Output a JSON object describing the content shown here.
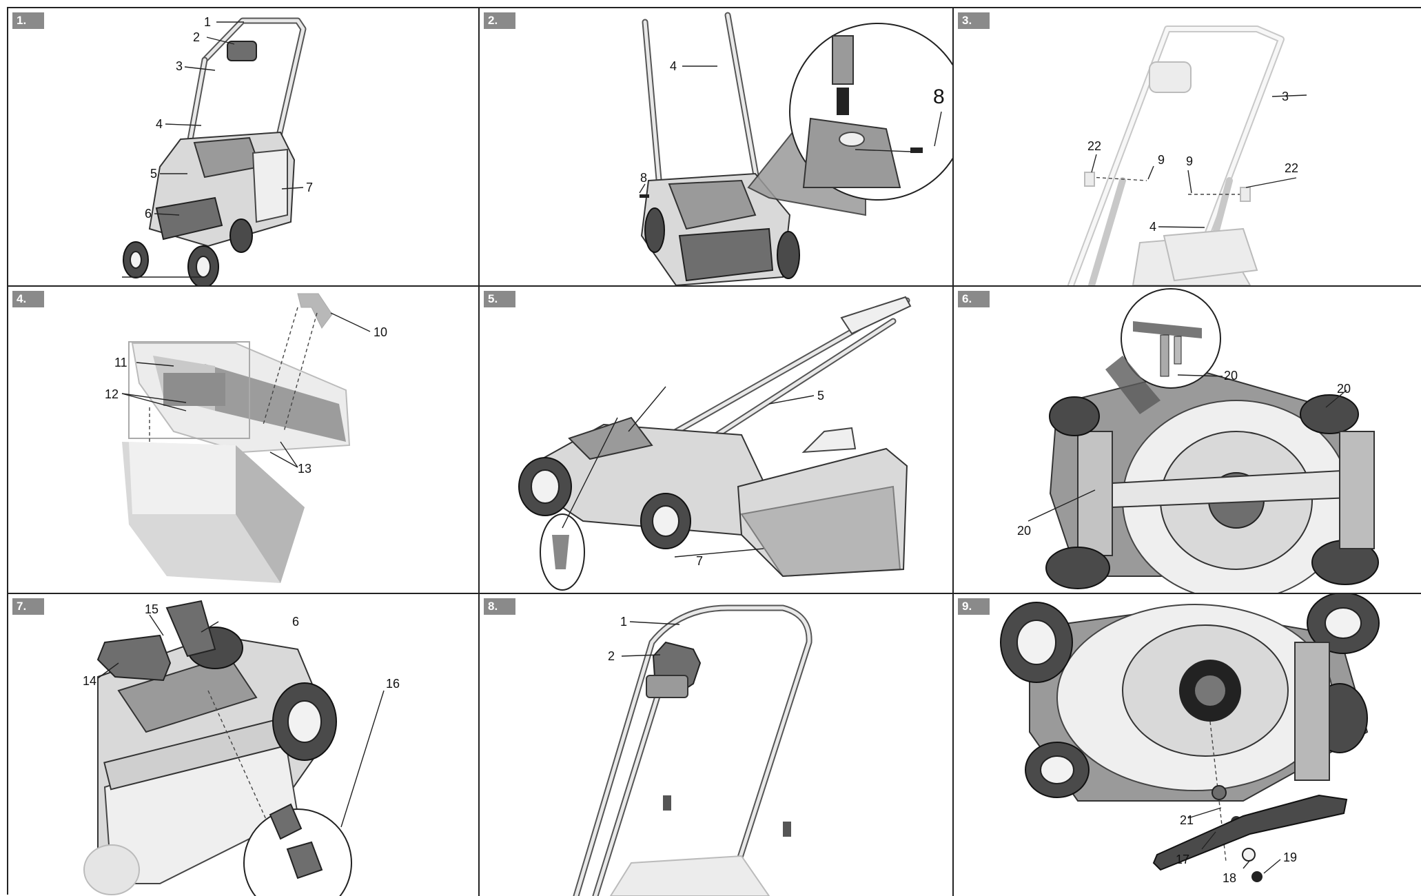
{
  "panels": [
    {
      "number": "1.",
      "callouts": [
        "1",
        "2",
        "3",
        "4",
        "5",
        "6",
        "7"
      ]
    },
    {
      "number": "2.",
      "callouts": [
        "4",
        "8",
        "8"
      ]
    },
    {
      "number": "3.",
      "callouts": [
        "3",
        "22",
        "9",
        "9",
        "22",
        "4"
      ]
    },
    {
      "number": "4.",
      "callouts": [
        "10",
        "11",
        "12",
        "13"
      ]
    },
    {
      "number": "5.",
      "callouts": [
        "5",
        "7"
      ]
    },
    {
      "number": "6.",
      "callouts": [
        "20",
        "20",
        "20"
      ]
    },
    {
      "number": "7.",
      "callouts": [
        "15",
        "6",
        "14",
        "16"
      ]
    },
    {
      "number": "8.",
      "callouts": [
        "1",
        "2"
      ]
    },
    {
      "number": "9.",
      "callouts": [
        "21",
        "17",
        "18",
        "19"
      ]
    }
  ]
}
